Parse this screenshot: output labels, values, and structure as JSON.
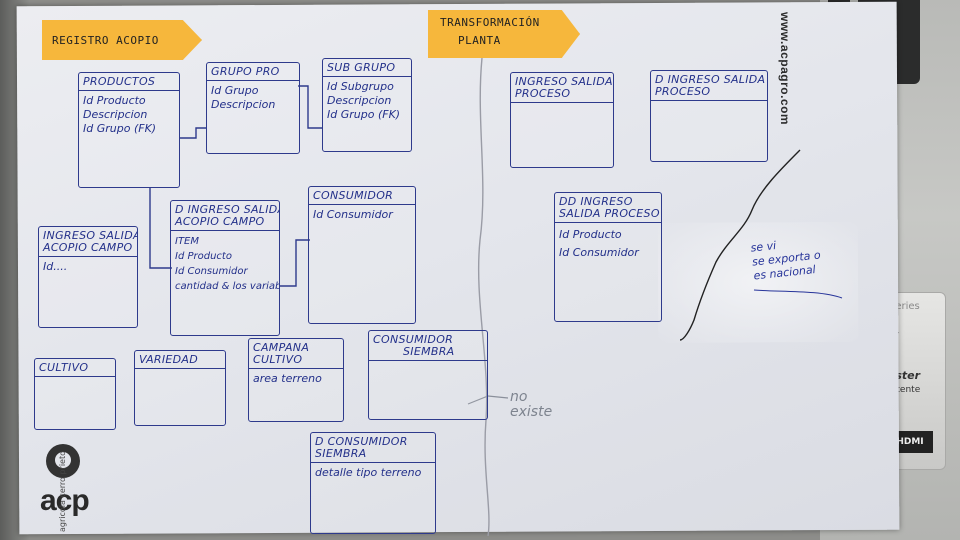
{
  "background": {
    "laptop_series": "Series",
    "laptop_master": "Master",
    "laptop_potente": "y potente",
    "laptop_hdmi": "HDMI"
  },
  "stickies": {
    "left": "REGISTRO  ACOPIO",
    "right_line1": "TRANSFORMACIÓN",
    "right_line2": "PLANTA"
  },
  "website": "www.acpagro.com",
  "logo": {
    "mark": "acp",
    "tagline": "agricola cerro prieto"
  },
  "boxes": {
    "productos": {
      "title": "PRODUCTOS",
      "fields": [
        "Id Producto",
        "Descripcion",
        "Id Grupo (FK)"
      ]
    },
    "grupo_pro": {
      "title": "GRUPO PRO",
      "fields": [
        "Id Grupo",
        "Descripcion"
      ]
    },
    "sub_grupo": {
      "title": "SUB GRUPO",
      "fields": [
        "Id Subgrupo",
        "Descripcion",
        "Id Grupo (FK)"
      ]
    },
    "ingreso_salida_acopio": {
      "title_line1": "INGRESO SALIDA",
      "title_line2": "ACOPIO CAMPO",
      "fields": [
        "Id...."
      ]
    },
    "d_ingreso_salida_acopio": {
      "title_line1": "D INGRESO SALIDA",
      "title_line2": "ACOPIO CAMPO",
      "fields": [
        "ITEM",
        "Id Producto",
        "Id Consumidor",
        "cantidad & los variables"
      ]
    },
    "consumidor": {
      "title": "CONSUMIDOR",
      "fields": [
        "Id Consumidor"
      ]
    },
    "cultivo": {
      "title": "CULTIVO"
    },
    "variedad": {
      "title": "VARIEDAD"
    },
    "campana_cultivo": {
      "title_line1": "CAMPANA",
      "title_line2": "CULTIVO",
      "fields": [
        "area terreno"
      ]
    },
    "consumidor_siembra": {
      "title_line1": "CONSUMIDOR",
      "title_line2": "SIEMBRA"
    },
    "d_consumidor_siembra": {
      "title_line1": "D CONSUMIDOR",
      "title_line2": "SIEMBRA",
      "fields": [
        "detalle tipo terreno"
      ]
    },
    "ingreso_salida_proceso": {
      "title_line1": "INGRESO SALIDA",
      "title_line2": "PROCESO"
    },
    "d_ingreso_salida_proceso": {
      "title_line1": "D INGRESO SALIDA",
      "title_line2": "PROCESO"
    },
    "dd_ingreso_salida_proceso": {
      "title_line1": "DD INGRESO",
      "title_line2": "SALIDA PROCESO",
      "fields": [
        "Id Producto",
        "Id Consumidor"
      ]
    }
  },
  "notes": {
    "no_existe_line1": "no",
    "no_existe_line2": "existe",
    "extra_line1": "se vi",
    "extra_line2": "se exporta o",
    "extra_line3": "es nacional"
  }
}
